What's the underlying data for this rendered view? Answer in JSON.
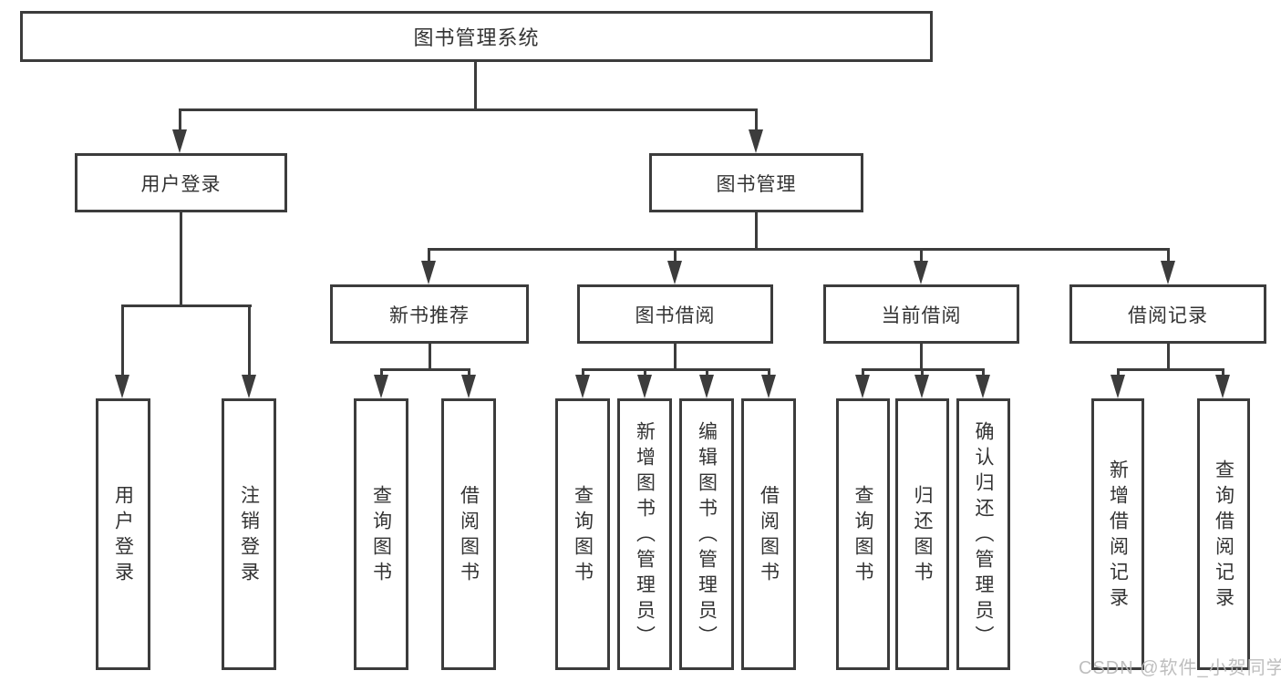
{
  "diagram_title": "图书管理系统",
  "colors": {
    "line": "#3c3c3c",
    "text": "#333333",
    "box_background": "#ffffff",
    "watermark": "#bdbdbd"
  },
  "watermark": "CSDN @软件_小贺同学",
  "tree": {
    "label": "图书管理系统",
    "children": [
      {
        "label": "用户登录",
        "children": [
          {
            "label": "用户登录"
          },
          {
            "label": "注销登录"
          }
        ]
      },
      {
        "label": "图书管理",
        "children": [
          {
            "label": "新书推荐",
            "children": [
              {
                "label": "查询图书"
              },
              {
                "label": "借阅图书"
              }
            ]
          },
          {
            "label": "图书借阅",
            "children": [
              {
                "label": "查询图书"
              },
              {
                "label": "新增图书（管理员）"
              },
              {
                "label": "编辑图书（管理员）"
              },
              {
                "label": "借阅图书"
              }
            ]
          },
          {
            "label": "当前借阅",
            "children": [
              {
                "label": "查询图书"
              },
              {
                "label": "归还图书"
              },
              {
                "label": "确认归还（管理员）"
              }
            ]
          },
          {
            "label": "借阅记录",
            "children": [
              {
                "label": "新增借阅记录"
              },
              {
                "label": "查询借阅记录"
              }
            ]
          }
        ]
      }
    ]
  }
}
